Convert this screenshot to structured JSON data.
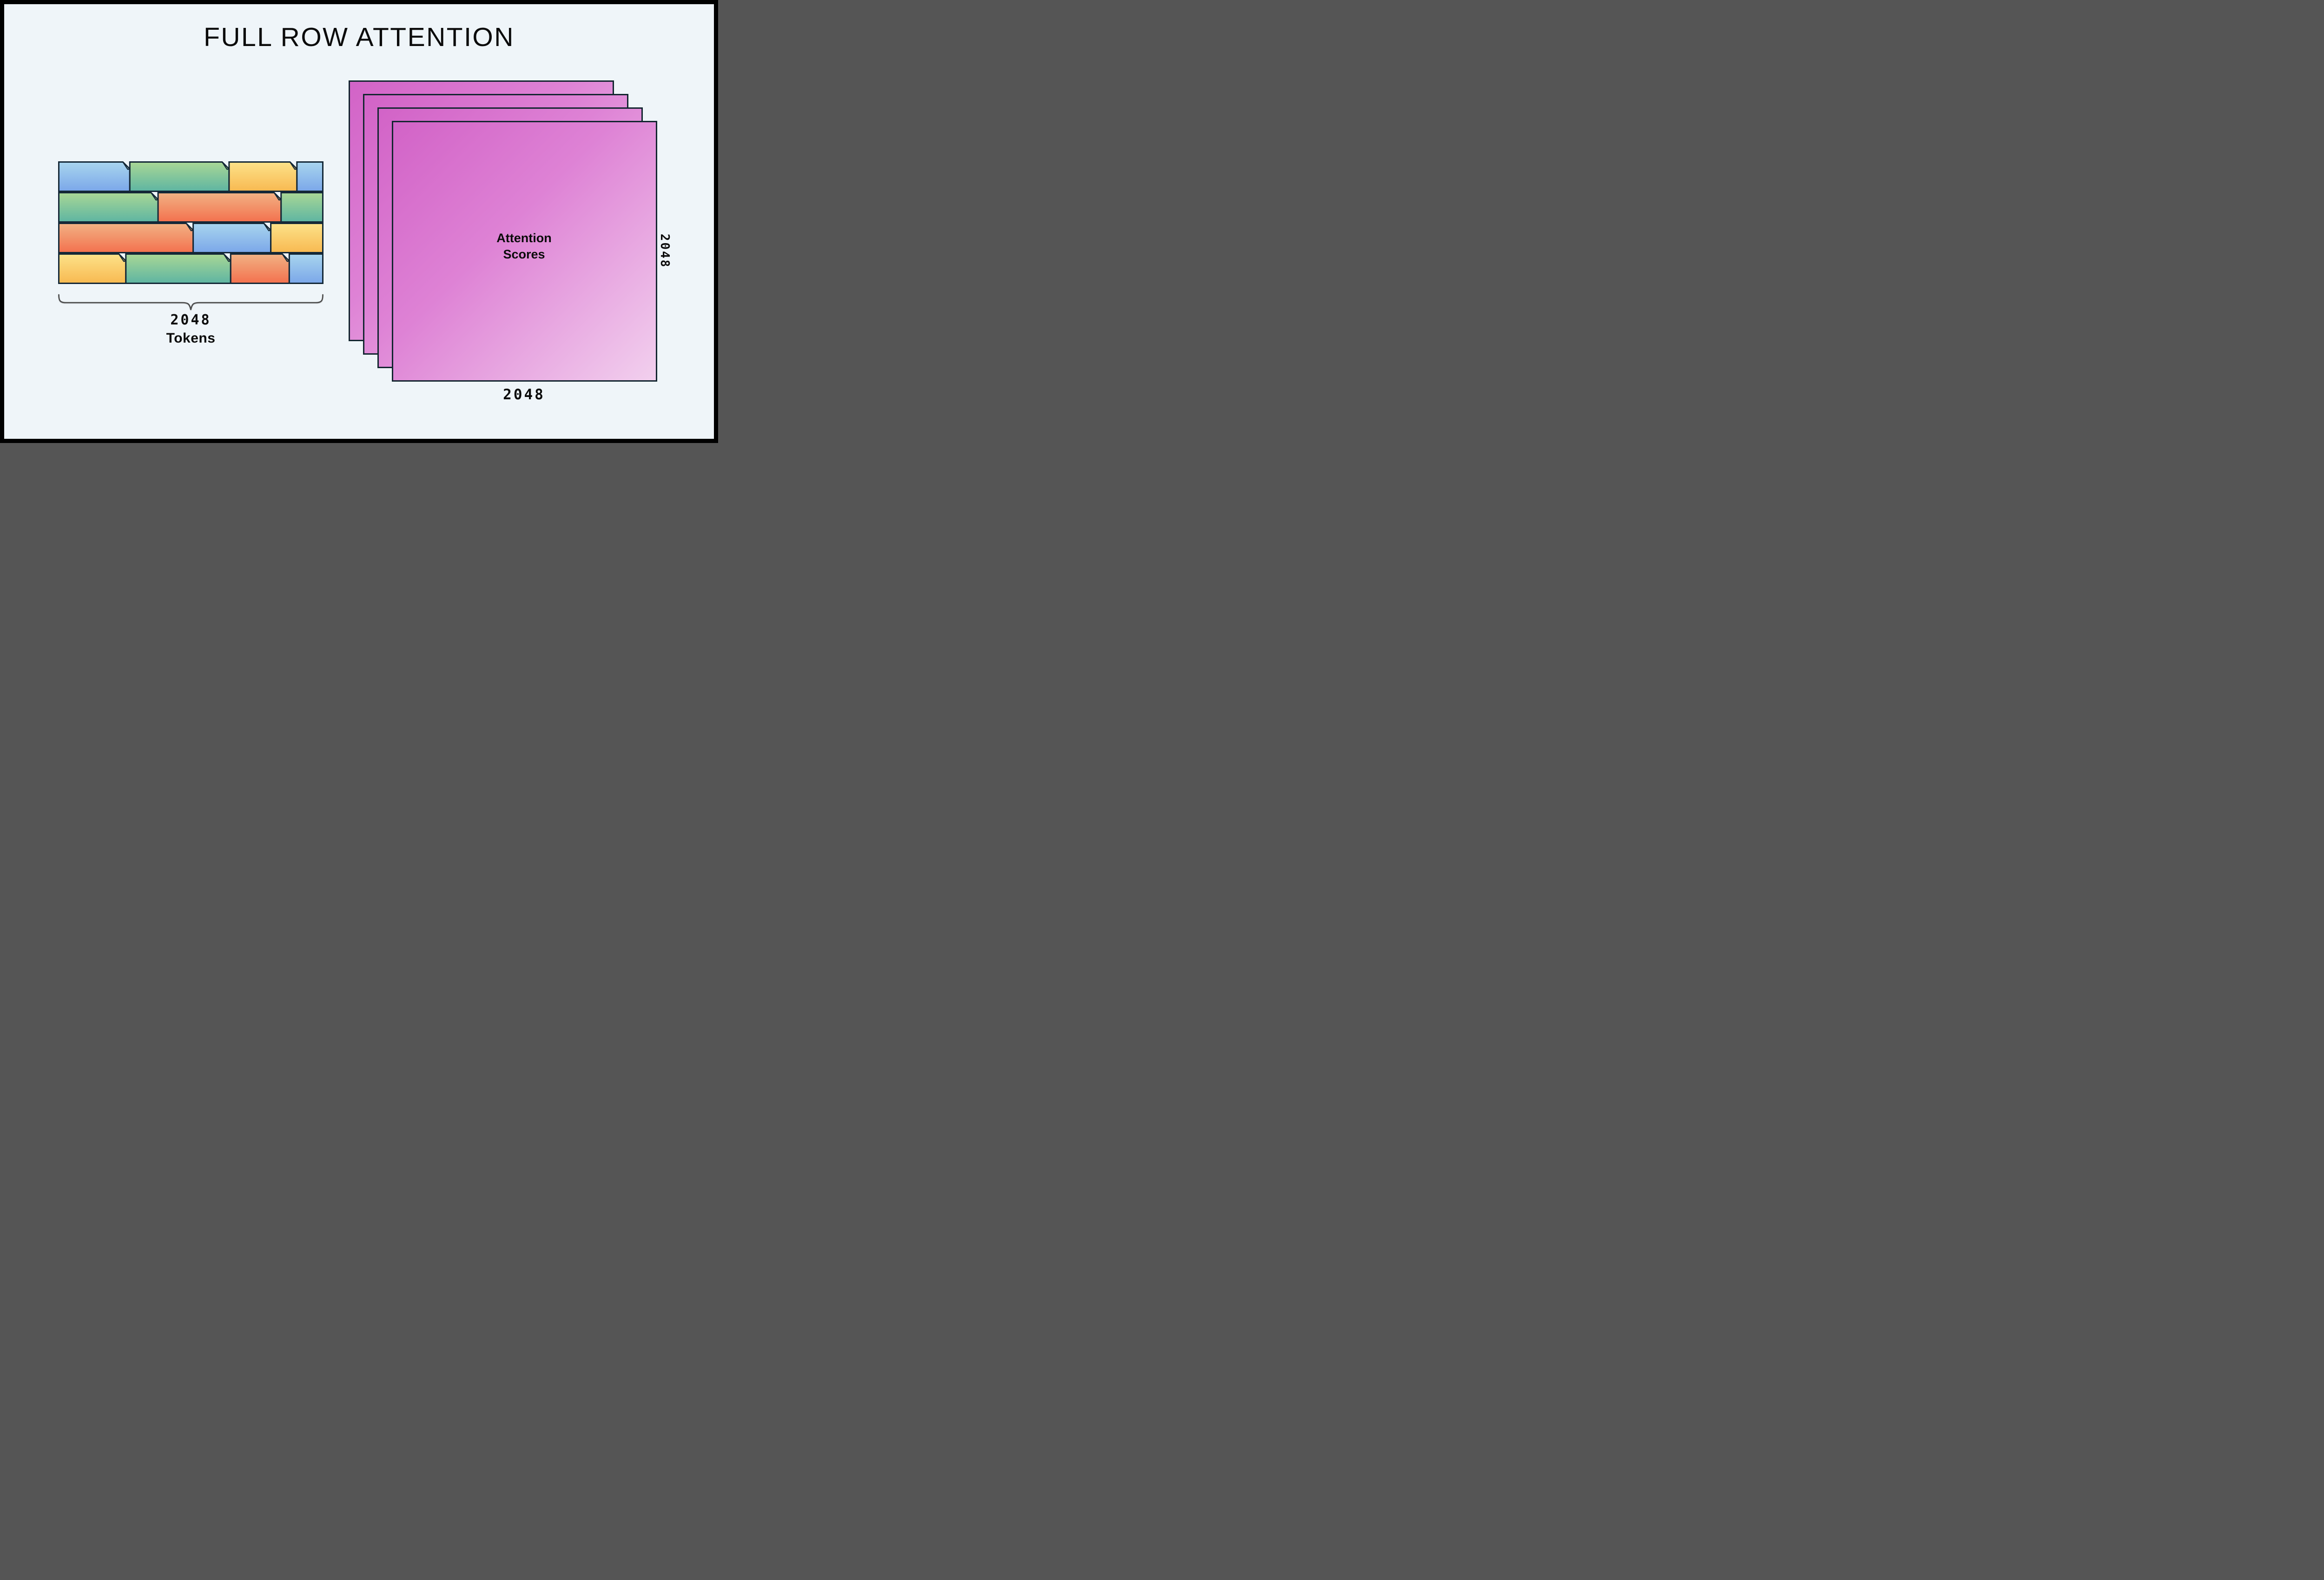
{
  "title": "FULL ROW ATTENTION",
  "background_color": "#eff5f9",
  "frame_color": "#000000",
  "tokens_figure": {
    "outline_color": "#142837",
    "brace_color": "#4a4a4a",
    "label_value": "2048",
    "label_unit": "Tokens",
    "palette": {
      "blue": {
        "top": "#a8d5ee",
        "bottom": "#7ba7e9",
        "flap": "#8fb4c9"
      },
      "green": {
        "top": "#a9d795",
        "bottom": "#5eb5a2",
        "flap": "#8cc17c"
      },
      "orange": {
        "top": "#f2b284",
        "bottom": "#f3714e",
        "flap": "#cf8a58"
      },
      "yellow": {
        "top": "#fce289",
        "bottom": "#f8b951",
        "flap": "#d9b25e"
      }
    },
    "rows": [
      {
        "blocks": [
          {
            "color": "blue",
            "w": 0.269,
            "folded": true
          },
          {
            "color": "green",
            "w": 0.376,
            "folded": true
          },
          {
            "color": "yellow",
            "w": 0.257,
            "folded": true
          },
          {
            "color": "blue",
            "w": 0.098,
            "folded": false
          }
        ]
      },
      {
        "blocks": [
          {
            "color": "green",
            "w": 0.376,
            "folded": true
          },
          {
            "color": "orange",
            "w": 0.466,
            "folded": true
          },
          {
            "color": "green",
            "w": 0.158,
            "folded": false
          }
        ]
      },
      {
        "blocks": [
          {
            "color": "orange",
            "w": 0.509,
            "folded": true
          },
          {
            "color": "blue",
            "w": 0.294,
            "folded": true
          },
          {
            "color": "yellow",
            "w": 0.197,
            "folded": false
          }
        ]
      },
      {
        "blocks": [
          {
            "color": "yellow",
            "w": 0.254,
            "folded": true
          },
          {
            "color": "green",
            "w": 0.397,
            "folded": true
          },
          {
            "color": "orange",
            "w": 0.222,
            "folded": true
          },
          {
            "color": "blue",
            "w": 0.127,
            "folded": false
          }
        ]
      }
    ]
  },
  "attention_stack": {
    "num_layers": 4,
    "outline_color": "#132630",
    "gradient": {
      "start": "#d263c7",
      "mid": "#de82d5",
      "end": "#f2d0ee"
    },
    "center_label_line1": "Attention",
    "center_label_line2": "Scores",
    "right_label": "2048",
    "bottom_label": "2048"
  }
}
